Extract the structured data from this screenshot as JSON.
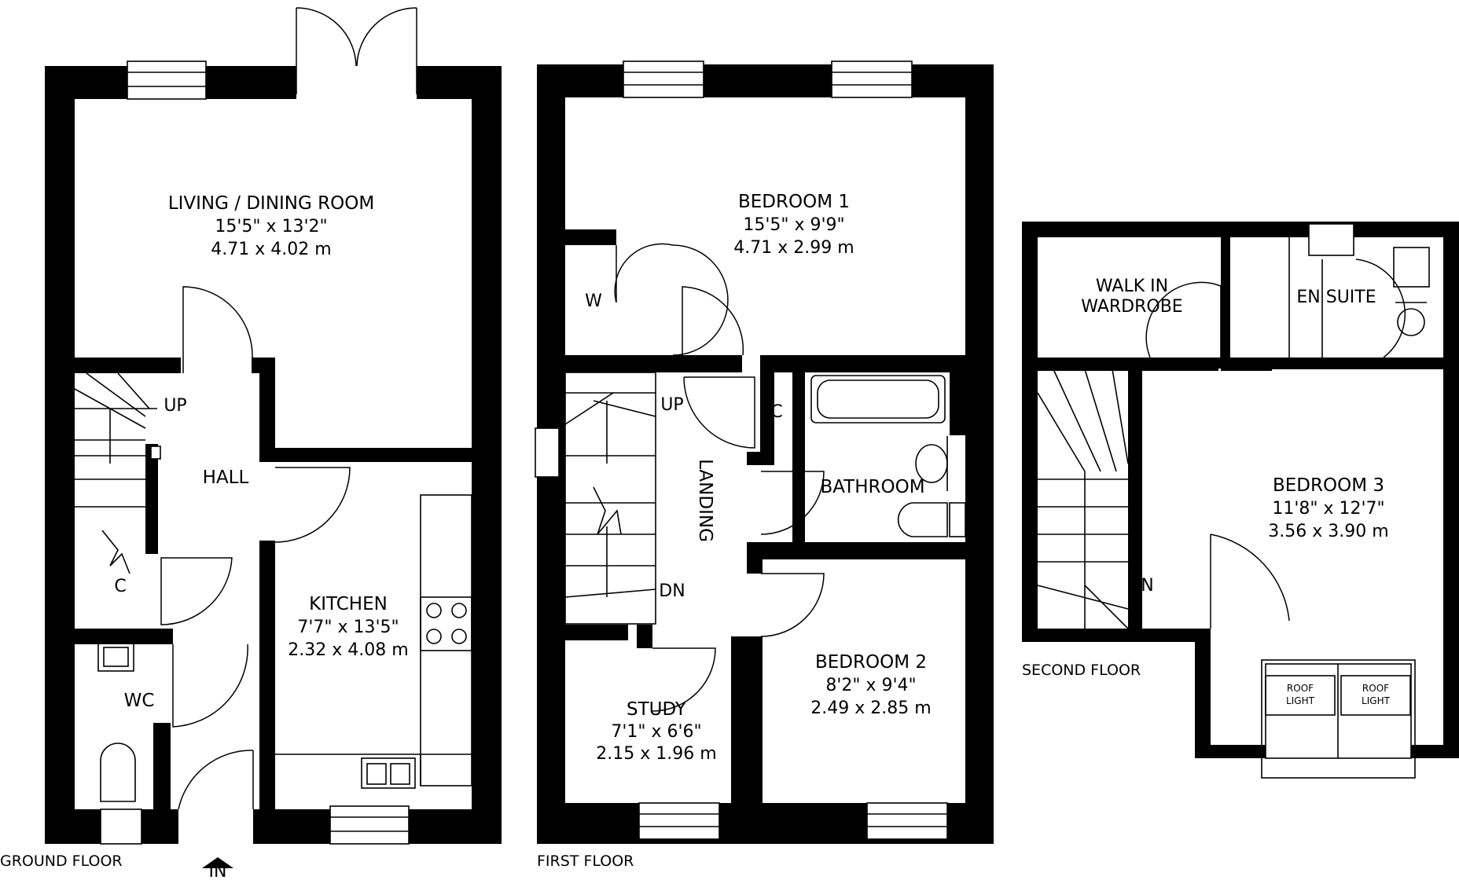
{
  "ground_floor": {
    "label": "GROUND FLOOR",
    "entrance": "IN",
    "rooms": {
      "living": {
        "name": "LIVING / DINING ROOM",
        "imperial": "15'5\" x 13'2\"",
        "metric": "4.71 x 4.02 m"
      },
      "kitchen": {
        "name": "KITCHEN",
        "imperial": "7'7\" x 13'5\"",
        "metric": "2.32 x 4.08 m"
      },
      "hall": {
        "name": "HALL"
      },
      "wc": {
        "name": "WC"
      },
      "cupboard": {
        "name": "C"
      },
      "stairs_up": "UP"
    }
  },
  "first_floor": {
    "label": "FIRST FLOOR",
    "rooms": {
      "bedroom1": {
        "name": "BEDROOM 1",
        "imperial": "15'5\" x 9'9\"",
        "metric": "4.71 x 2.99 m"
      },
      "bedroom2": {
        "name": "BEDROOM 2",
        "imperial": "8'2\" x 9'4\"",
        "metric": "2.49 x 2.85 m"
      },
      "study": {
        "name": "STUDY",
        "imperial": "7'1\" x 6'6\"",
        "metric": "2.15 x 1.96 m"
      },
      "bathroom": {
        "name": "BATHROOM"
      },
      "landing": {
        "name": "LANDING"
      },
      "wardrobe": {
        "name": "W"
      },
      "cupboard": {
        "name": "C"
      },
      "stairs_up": "UP",
      "stairs_down": "DN"
    }
  },
  "second_floor": {
    "label": "SECOND FLOOR",
    "rooms": {
      "bedroom3": {
        "name": "BEDROOM 3",
        "imperial": "11'8\" x 12'7\"",
        "metric": "3.56 x 3.90 m"
      },
      "walkin_line1": "WALK IN",
      "walkin_line2": "WARDROBE",
      "ensuite": {
        "name": "EN SUITE"
      },
      "stairs_down": "DN"
    },
    "roof_lights": {
      "line1": "ROOF",
      "line2": "LIGHT"
    }
  }
}
